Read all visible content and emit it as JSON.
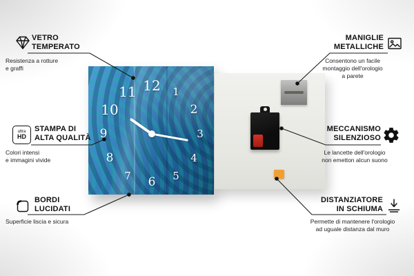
{
  "product": {
    "clock_numbers": [
      "1",
      "2",
      "3",
      "4",
      "5",
      "6",
      "7",
      "8",
      "9",
      "10",
      "11",
      "12"
    ]
  },
  "colors": {
    "accent_blue": "#2f79b4",
    "foam_orange": "#f0a031",
    "line_black": "#1a1a1a"
  },
  "callouts": {
    "vetro_temperato": {
      "title": "VETRO\nTEMPERATO",
      "subtitle": "Resistenza a rotture\ne graffi"
    },
    "stampa_alta_qualita": {
      "title": "STAMPA DI\nALTA QUALITÀ",
      "subtitle": "Colori intensi\ne immagini vivide",
      "icon_text_top": "ultra",
      "icon_text_bottom": "HD"
    },
    "bordi_lucidati": {
      "title": "BORDI\nLUCIDATI",
      "subtitle": "Superficie liscia e sicura"
    },
    "maniglie_metalliche": {
      "title": "MANIGLIE\nMETALLICHE",
      "subtitle": "Consentono un facile\nmontaggio dell'orologio\na parete"
    },
    "meccanismo_silenzioso": {
      "title": "MECCANISMO\nSILENZIOSO",
      "subtitle": "Le lancette dell'orologio\nnon emetton alcun suono"
    },
    "distanziatore_schiuma": {
      "title": "DISTANZIATORE\nIN SCHIUMA",
      "subtitle": "Permette di mantenere l'orologio\nad uguale distanza dal muro"
    }
  }
}
